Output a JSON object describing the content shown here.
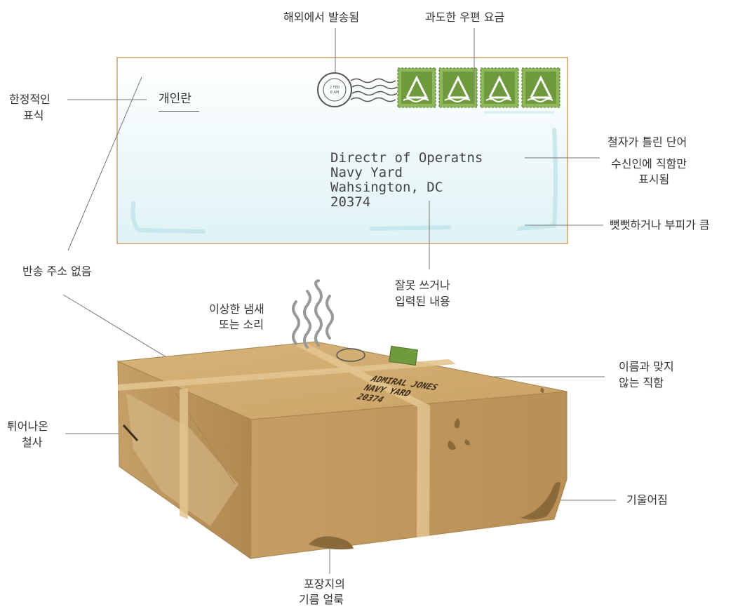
{
  "colors": {
    "envelope_fill": "#eaf6f8",
    "envelope_border": "#d8b88a",
    "stamp_green": "#6f9a3e",
    "box_tan": "#c9a46c",
    "tape": "#e0c08a",
    "stain": "#8a6a3a",
    "leader_line": "#777777"
  },
  "envelope": {
    "restrictive_marking": "개인란",
    "address": {
      "line1": "Directr of Operatns",
      "line2": "Navy Yard",
      "line3": "Wahsington, DC",
      "line4": "20374"
    },
    "stamp_count": 4
  },
  "box": {
    "address_lines": [
      "ADMIRAL JONES",
      "NAVY YARD",
      "20374"
    ]
  },
  "callouts": {
    "foreign_mail": "해외에서 발송됨",
    "excess_postage": "과도한 우편 요금",
    "restrictive_marking_1": "한정적인",
    "restrictive_marking_2": "표식",
    "misspelled_words": "철자가 틀린 단어",
    "title_only_1": "수신인에 직함만",
    "title_only_2": "표시됨",
    "rigid_bulky": "뻣뻣하거나 부피가 큼",
    "no_return_address": "반송 주소 없음",
    "badly_written_1": "잘못 쓰거나",
    "badly_written_2": "입력된 내용",
    "strange_odor_1": "이상한 냄새",
    "strange_odor_2": "또는 소리",
    "title_mismatch_1": "이름과 맞지",
    "title_mismatch_2": "않는 직함",
    "protruding_wires_1": "튀어나온",
    "protruding_wires_2": "철사",
    "lopsided": "기울어짐",
    "oily_stains_1": "포장지의",
    "oily_stains_2": "기름 얼룩"
  }
}
